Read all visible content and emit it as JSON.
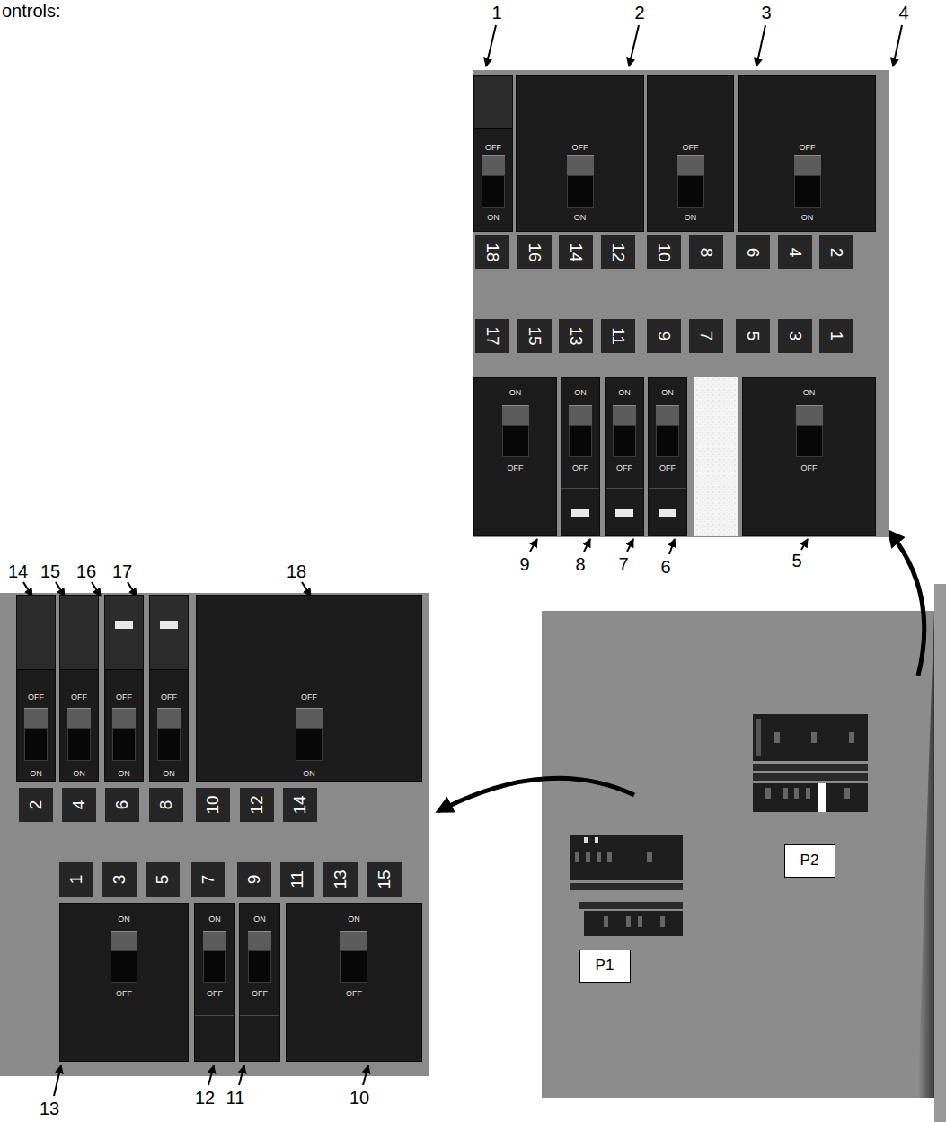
{
  "diagram": {
    "nodes": [
      {
        "text": [
          "OFF",
          "ON"
        ]
      },
      {
        "text": [
          "OFF",
          "ON"
        ]
      },
      {
        "text": [
          "OFF",
          "ON"
        ]
      },
      {
        "text": [
          "OFF",
          "ON"
        ]
      },
      {
        "text": [
          "18"
        ]
      },
      {
        "text": [
          "16"
        ]
      },
      {
        "text": [
          "14"
        ]
      },
      {
        "text": [
          "12"
        ]
      },
      {
        "text": [
          "10"
        ]
      },
      {
        "text": [
          "8"
        ]
      },
      {
        "text": [
          "6"
        ]
      },
      {
        "text": [
          "4"
        ]
      },
      {
        "text": [
          "2"
        ]
      },
      {
        "text": [
          "17"
        ]
      },
      {
        "text": [
          "15"
        ]
      },
      {
        "text": [
          "13"
        ]
      },
      {
        "text": [
          "11"
        ]
      },
      {
        "text": [
          "9"
        ]
      },
      {
        "text": [
          "7"
        ]
      },
      {
        "text": [
          "5"
        ]
      },
      {
        "text": [
          "3"
        ]
      },
      {
        "text": [
          "1"
        ]
      },
      {
        "text": [
          "ON",
          "OFF"
        ]
      },
      {
        "text": [
          "ON",
          "OFF"
        ]
      },
      {
        "text": [
          "ON",
          "OFF"
        ]
      },
      {
        "text": [
          "ON",
          "OFF"
        ]
      },
      {
        "text": [
          "ON",
          "OFF"
        ]
      },
      {
        "text": [
          "OFF",
          "ON"
        ]
      },
      {
        "text": [
          "OFF",
          "ON"
        ]
      },
      {
        "text": [
          "OFF",
          "ON"
        ]
      },
      {
        "text": [
          "OFF",
          "ON"
        ]
      },
      {
        "text": [
          "OFF",
          "ON"
        ]
      },
      {
        "text": [
          "2"
        ]
      },
      {
        "text": [
          "4"
        ]
      },
      {
        "text": [
          "6"
        ]
      },
      {
        "text": [
          "8"
        ]
      },
      {
        "text": [
          "10"
        ]
      },
      {
        "text": [
          "12"
        ]
      },
      {
        "text": [
          "14"
        ]
      },
      {
        "text": [
          "1"
        ]
      },
      {
        "text": [
          "3"
        ]
      },
      {
        "text": [
          "5"
        ]
      },
      {
        "text": [
          "7"
        ]
      },
      {
        "text": [
          "9"
        ]
      },
      {
        "text": [
          "11"
        ]
      },
      {
        "text": [
          "13"
        ]
      },
      {
        "text": [
          "15"
        ]
      },
      {
        "text": [
          "ON",
          "OFF"
        ]
      },
      {
        "text": [
          "ON",
          "OFF"
        ]
      },
      {
        "text": [
          "ON",
          "OFF"
        ]
      },
      {
        "text": [
          "ON",
          "OFF"
        ]
      },
      {
        "text": [
          "P2"
        ]
      },
      {
        "text": [
          "P1"
        ]
      }
    ],
    "labels": [
      "ontrols:",
      "1",
      "2",
      "3",
      "4",
      "9",
      "8",
      "7",
      "6",
      "5",
      "14",
      "15",
      "16",
      "17",
      "18",
      "13",
      "12",
      "11",
      "10"
    ]
  }
}
